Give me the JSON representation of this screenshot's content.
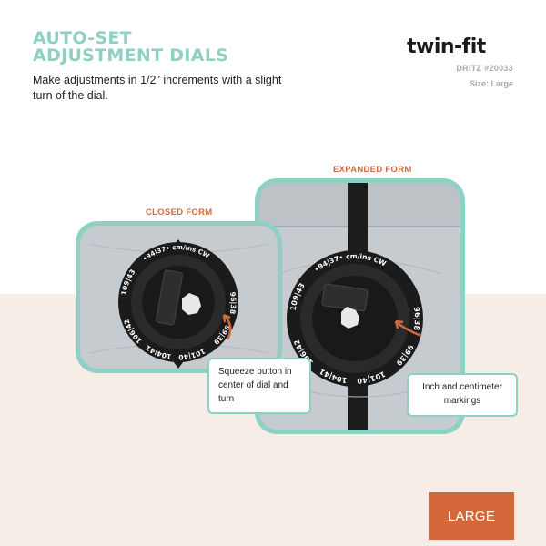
{
  "header": {
    "title_line1": "AUTO-SET",
    "title_line2": "ADJUSTMENT DIALS",
    "subtitle": "Make adjustments in 1/2\" increments with a slight turn of the dial."
  },
  "brand": {
    "logo_text": "twin-fit",
    "sku": "DRITZ #20033",
    "size": "Size: Large"
  },
  "panels": {
    "closed": {
      "label": "CLOSED FORM",
      "dial_marks": [
        "96|38",
        "99|39",
        "101|40",
        "104|41",
        "106|42",
        "109|43",
        "•94|37• cm/ins CW"
      ]
    },
    "expanded": {
      "label": "EXPANDED FORM",
      "dial_marks": [
        "96|38",
        "99|39",
        "101|40",
        "104|41",
        "106|42",
        "109|43",
        "•94|37• cm/ins CW"
      ]
    }
  },
  "callouts": {
    "squeeze": "Squeeze button in center of dial and turn",
    "markings": "Inch and centimeter markings"
  },
  "badge": {
    "label": "LARGE"
  },
  "colors": {
    "mint": "#8ed1c4",
    "orange": "#d4683b",
    "label_orange": "#cd6a3e",
    "beige": "#f5ede6",
    "fabric": "#c4c9ce"
  }
}
